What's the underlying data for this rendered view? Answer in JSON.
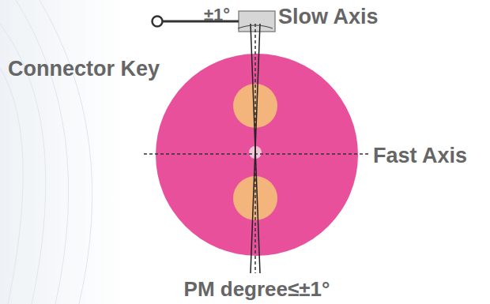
{
  "diagram": {
    "labels": [
      "±1°",
      "Slow Axis",
      "Connector Key",
      "Fast Axis",
      "PM degree≤±1°"
    ]
  }
}
